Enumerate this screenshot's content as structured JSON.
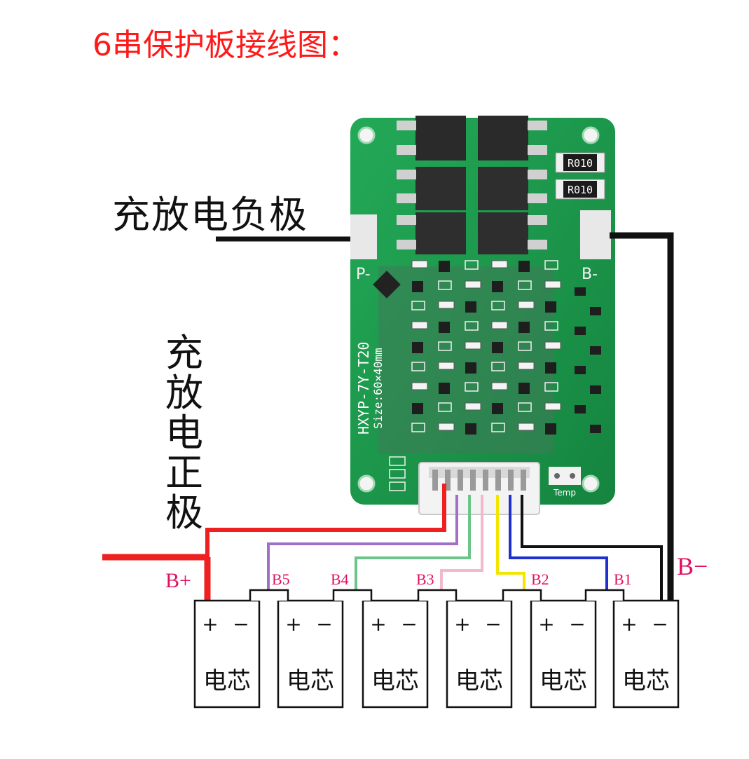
{
  "title": "6串保护板接线图：",
  "labels": {
    "charge_negative": "充放电负极",
    "charge_positive": "充放电正极",
    "b_plus": "B+",
    "b_minus": "B−"
  },
  "board": {
    "pad_p_minus": "P-",
    "pad_b_minus": "B-",
    "resistor_1": "R010",
    "resistor_2": "R010",
    "model": "HXYP-7Y-T20",
    "size": "Size:60×40mm",
    "temp_label": "Temp"
  },
  "taps": [
    {
      "label": "B5",
      "color": "#a070c8"
    },
    {
      "label": "B4",
      "color": "#6cc48a"
    },
    {
      "label": "B3",
      "color": "#f4b8cc"
    },
    {
      "label": "B2",
      "color": "#f2e600"
    },
    {
      "label": "B1",
      "color": "#1f2fd0"
    }
  ],
  "cells": [
    {
      "plus": "+",
      "minus": "−",
      "name": "电芯"
    },
    {
      "plus": "+",
      "minus": "−",
      "name": "电芯"
    },
    {
      "plus": "+",
      "minus": "−",
      "name": "电芯"
    },
    {
      "plus": "+",
      "minus": "−",
      "name": "电芯"
    },
    {
      "plus": "+",
      "minus": "−",
      "name": "电芯"
    },
    {
      "plus": "+",
      "minus": "−",
      "name": "电芯"
    }
  ],
  "colors": {
    "pcb": "#1e9e4e",
    "pcb_dark": "#127a38",
    "red_wire": "#ee2020",
    "black_wire": "#111111",
    "title_red": "#ff1a1a",
    "label_red": "#e01060"
  }
}
